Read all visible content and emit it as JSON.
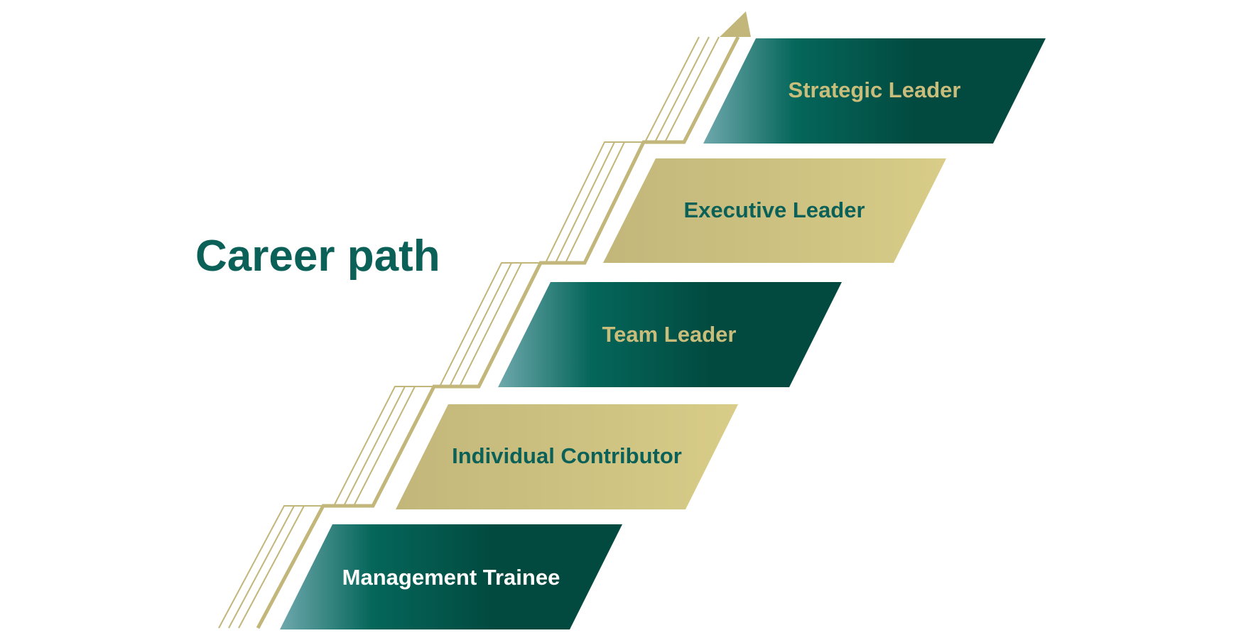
{
  "diagram": {
    "title": "Career path",
    "colors": {
      "title": "#0b6158",
      "gold": "#c2b67a",
      "gold_light": "#d8cc88",
      "green_dark": "#024a40",
      "green_mid": "#05665a",
      "teal_light": "#6ea8ad",
      "text_on_green": "#c9bd7c",
      "text_on_gold": "#0b6158",
      "text_white": "#ffffff"
    },
    "steps": [
      {
        "id": "management-trainee",
        "label": "Management Trainee",
        "style": "green",
        "text_color": "#ffffff"
      },
      {
        "id": "individual-contributor",
        "label": "Individual Contributor",
        "style": "gold",
        "text_color": "#0b6158"
      },
      {
        "id": "team-leader",
        "label": "Team Leader",
        "style": "green",
        "text_color": "#c9bd7c"
      },
      {
        "id": "executive-leader",
        "label": "Executive Leader",
        "style": "gold",
        "text_color": "#0b6158"
      },
      {
        "id": "strategic-leader",
        "label": "Strategic Leader",
        "style": "green",
        "text_color": "#c9bd7c"
      }
    ]
  }
}
